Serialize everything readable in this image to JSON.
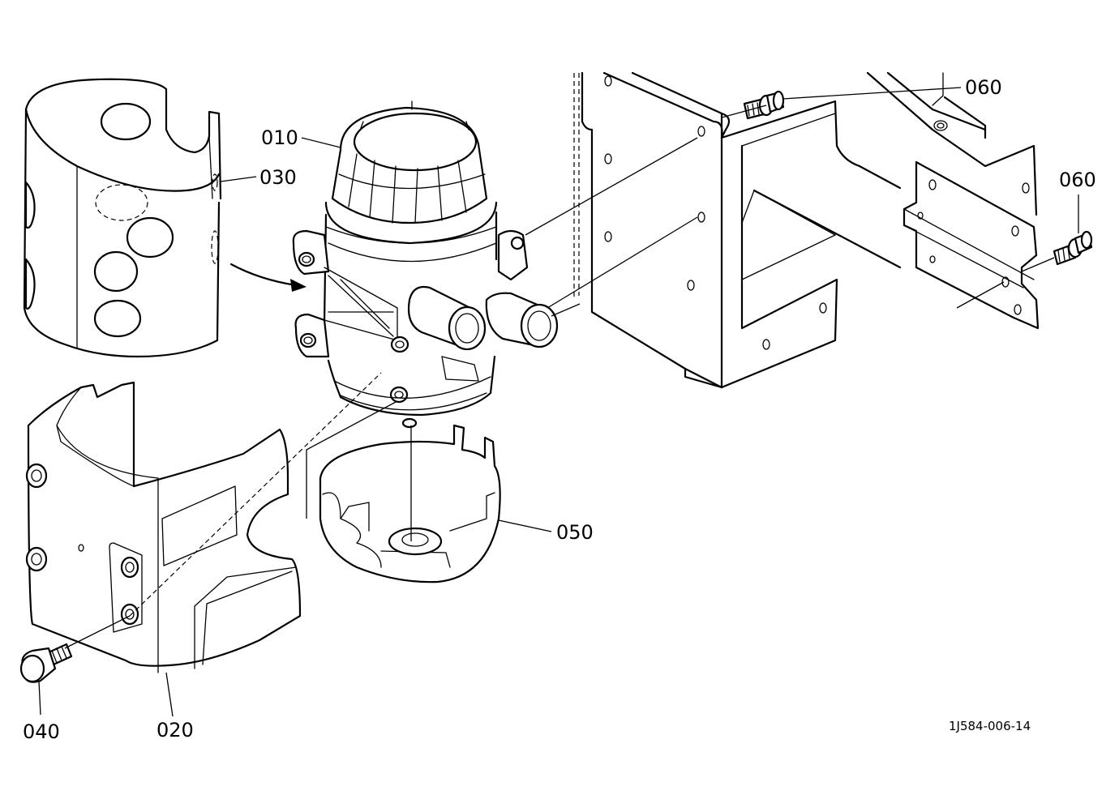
{
  "labels": {
    "p010": "010",
    "p020": "020",
    "p030": "030",
    "p040": "040",
    "p050": "050",
    "p060_top": "060",
    "p060_right": "060"
  },
  "drawing_code": "1J584-006-14"
}
